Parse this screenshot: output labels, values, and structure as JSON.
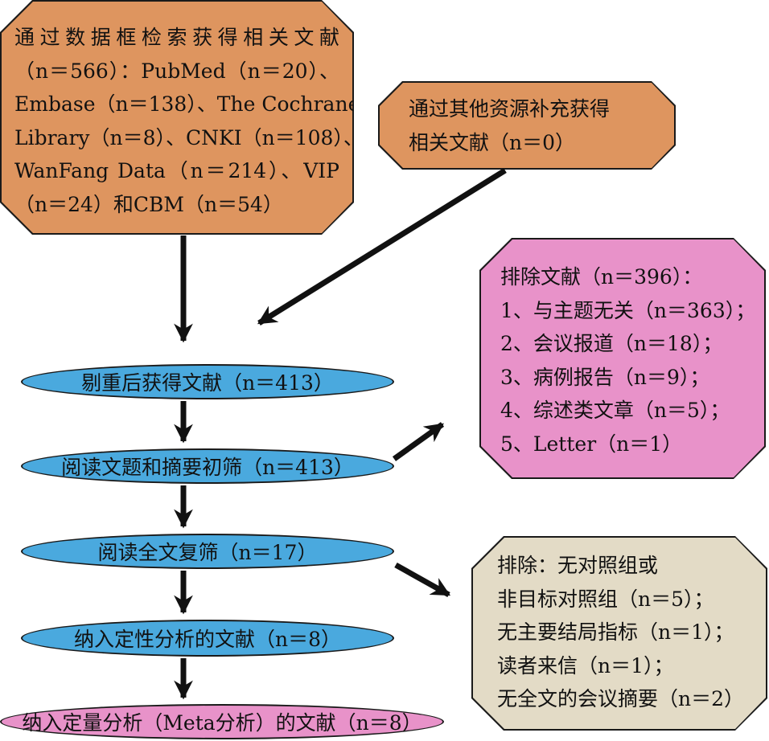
{
  "sources": {
    "database_lines": [
      "通过数据框检索获得相关文献",
      "（n＝566）：PubMed（n＝20）、",
      "Embase（n＝138）、The Cochrane",
      "Library（n＝8）、CNKI（n＝108）、",
      "WanFang Data（n＝214）、VIP",
      "（n＝24）和CBM（n＝54）"
    ],
    "other_lines": [
      "通过其他资源补充获得",
      "相关文献（n＝0）"
    ]
  },
  "steps": {
    "dedup": "剔重后获得文献（n＝413）",
    "screen": "阅读文题和摘要初筛（n＝413）",
    "fulltext": "阅读全文复筛（n＝17）",
    "qualitative": "纳入定性分析的文献（n＝8）",
    "quantitative": "纳入定量分析（Meta分析）的文献（n＝8）"
  },
  "exclusions": {
    "first_lines": [
      "排除文献（n＝396）：",
      "1、与主题无关（n＝363）；",
      "2、会议报道（n＝18）；",
      "3、病例报告（n＝9）；",
      "4、综述类文章（n＝5）；",
      "5、Letter（n＝1）"
    ],
    "second_lines": [
      "排除：无对照组或",
      "非目标对照组（n＝5）；",
      "无主要结局指标（n＝1）；",
      "读者来信（n＝1）；",
      "无全文的会议摘要（n＝2）"
    ]
  },
  "colors": {
    "orange": "#de955f",
    "pink": "#e892c9",
    "tan": "#e3dbc6",
    "blue": "#4aa9de",
    "stroke": "#1a1a1a"
  }
}
